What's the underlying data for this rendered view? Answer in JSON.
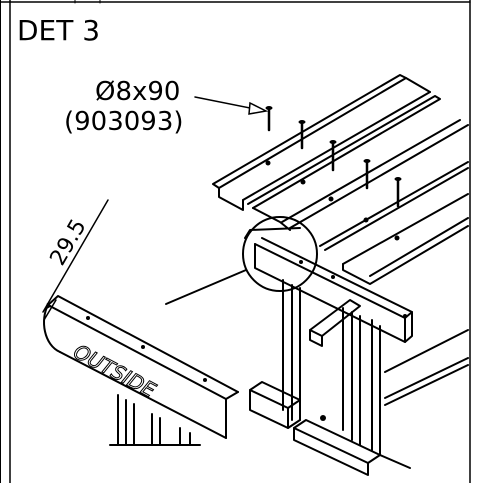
{
  "detail": {
    "title": "DET 3",
    "part_spec": "Ø8x90",
    "part_number": "(903093)",
    "dimension": "29.5",
    "side_label": "OUTSIDE"
  },
  "colors": {
    "ink": "#000000",
    "paper": "#ffffff"
  }
}
